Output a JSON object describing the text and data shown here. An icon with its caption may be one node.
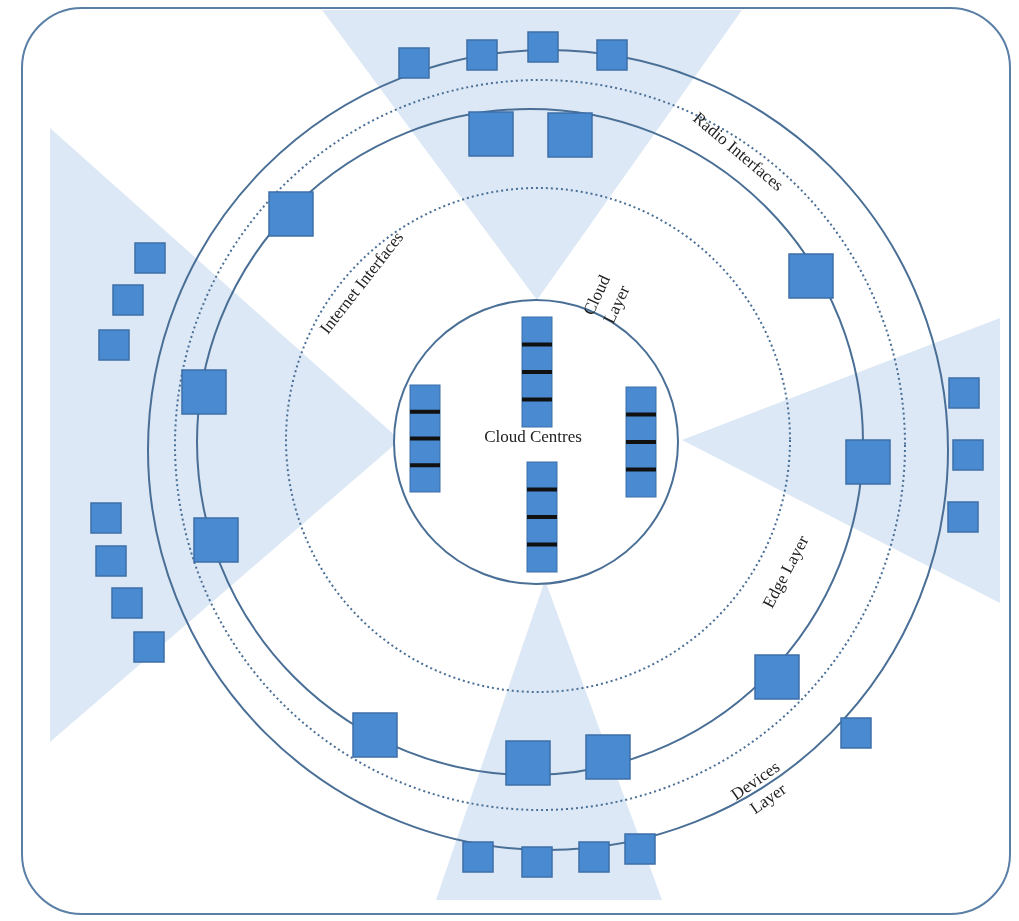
{
  "diagram": {
    "labels": [
      "Radio Interfaces",
      "Cloud Layer",
      "Internet Interfaces",
      "Cloud Centres",
      "Edge Layer",
      "Devices Layer"
    ]
  }
}
